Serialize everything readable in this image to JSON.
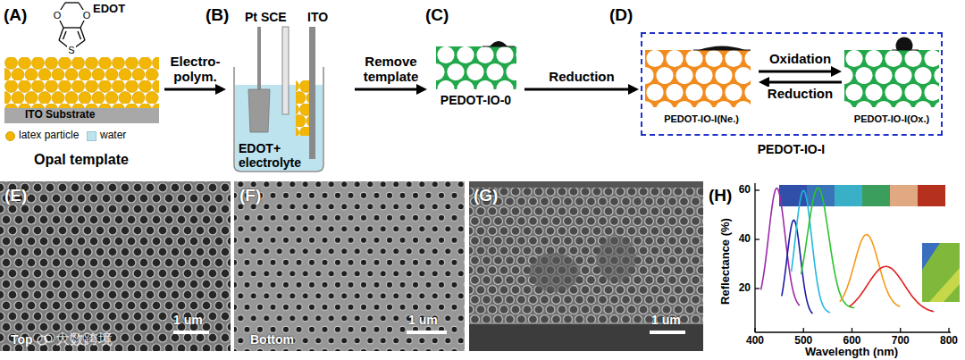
{
  "diagram": {
    "nodes": [
      {
        "text": [
          "Opal template"
        ]
      },
      {
        "text": [
          "EDOT+ electrolyte"
        ]
      },
      {
        "text": [
          "PEDOT-IO-0"
        ]
      },
      {
        "text": [
          "PEDOT-IO-I"
        ]
      },
      {
        "text": [
          "PEDOT-IO-I(Ne.)"
        ],
        "in": 3
      },
      {
        "text": [
          "PEDOT-IO-I(Ox.)"
        ],
        "in": 3
      }
    ],
    "edges": [
      {
        "from": 0,
        "to": 1,
        "label": "Electro- polym.",
        "arrow": "to"
      },
      {
        "from": 1,
        "to": 2,
        "label": "Remove template",
        "arrow": "to"
      },
      {
        "from": 2,
        "to": 3,
        "label": "Reduction",
        "arrow": "to"
      },
      {
        "from": 4,
        "to": 5,
        "label": "Oxidation",
        "arrow": "to"
      },
      {
        "from": 5,
        "to": 4,
        "label": "Reduction",
        "arrow": "to"
      }
    ],
    "labels": [
      "(A)",
      "O",
      "O",
      "S",
      "EDOT",
      "ITO Substrate",
      "(B)",
      "Pt SCE",
      "ITO",
      "(C)",
      "(D)",
      "(E)",
      "Top",
      "1 um",
      "大数跨境",
      "(F)",
      "Bottom",
      "1 um",
      "(G)",
      "1 um",
      "(H)",
      "Reflectance (%)",
      "Wavelength (nm)",
      "20",
      "40",
      "60",
      "400",
      "500",
      "600",
      "700",
      "800"
    ],
    "legend": [
      {
        "text": "latex particle",
        "color": "#f2b705"
      },
      {
        "text": "water",
        "color": "#bde3ee"
      }
    ]
  }
}
